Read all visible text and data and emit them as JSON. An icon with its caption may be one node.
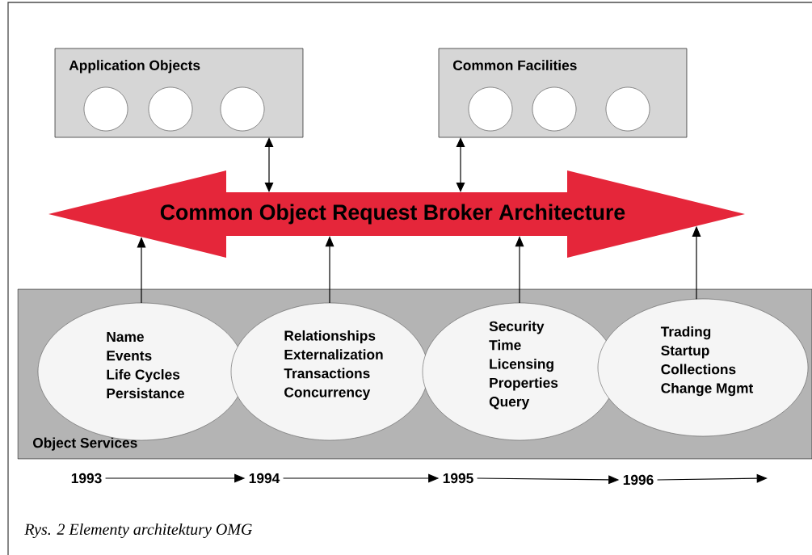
{
  "diagram": {
    "nodes": [
      {
        "text": [
          "Application Objects"
        ]
      },
      {
        "text": [],
        "shape": "circle",
        "in": 0
      },
      {
        "text": [],
        "shape": "circle",
        "in": 0
      },
      {
        "text": [],
        "shape": "circle",
        "in": 0
      },
      {
        "text": [
          "Common Facilities"
        ]
      },
      {
        "text": [],
        "shape": "circle",
        "in": 4
      },
      {
        "text": [],
        "shape": "circle",
        "in": 4
      },
      {
        "text": [],
        "shape": "circle",
        "in": 4
      },
      {
        "text": [
          "Common Object Request Broker Architecture"
        ]
      },
      {
        "text": [
          "Object Services"
        ]
      },
      {
        "text": [
          "Name",
          "Events",
          "Life Cycles",
          "Persistance"
        ],
        "in": 9
      },
      {
        "text": [
          "Relationships",
          "Externalization",
          "Transactions",
          "Concurrency"
        ],
        "in": 9
      },
      {
        "text": [
          "Security",
          "Time",
          "Licensing",
          "Properties",
          "Query"
        ],
        "in": 9
      },
      {
        "text": [
          "Trading",
          "Startup",
          "Collections",
          "Change Mgmt"
        ],
        "in": 9
      },
      {
        "text": [
          "1993"
        ]
      },
      {
        "text": [
          "1994"
        ]
      },
      {
        "text": [
          "1995"
        ]
      },
      {
        "text": [
          "1996"
        ]
      }
    ],
    "edges": [
      {
        "from": 0,
        "to": 8,
        "arrow": "both"
      },
      {
        "from": 4,
        "to": 8,
        "arrow": "both"
      },
      {
        "from": 10,
        "to": 8,
        "arrow": "to"
      },
      {
        "from": 11,
        "to": 8,
        "arrow": "to"
      },
      {
        "from": 12,
        "to": 8,
        "arrow": "to"
      },
      {
        "from": 13,
        "to": 8,
        "arrow": "to"
      },
      {
        "from": 14,
        "to": 15,
        "arrow": "to"
      },
      {
        "from": 15,
        "to": 16,
        "arrow": "to"
      },
      {
        "from": 16,
        "to": 17,
        "arrow": "to"
      },
      {
        "from": 17,
        "to": null,
        "arrow": "to"
      }
    ],
    "caption": "Rys. 2  Elementy architektury OMG"
  }
}
